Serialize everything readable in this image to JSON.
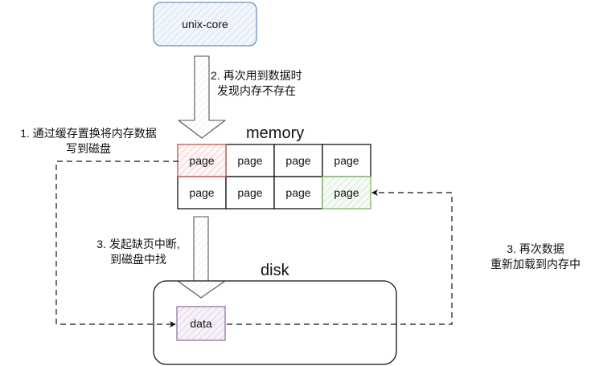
{
  "nodes": {
    "unix_core": {
      "label": "unix-core",
      "stroke": "#6c8ebf",
      "fill": "#dae8fc"
    },
    "memory": {
      "title": "memory",
      "pages": [
        {
          "label": "page",
          "state": "evicted"
        },
        {
          "label": "page",
          "state": "normal"
        },
        {
          "label": "page",
          "state": "normal"
        },
        {
          "label": "page",
          "state": "normal"
        },
        {
          "label": "page",
          "state": "normal"
        },
        {
          "label": "page",
          "state": "normal"
        },
        {
          "label": "page",
          "state": "normal"
        },
        {
          "label": "page",
          "state": "reloaded"
        }
      ]
    },
    "disk": {
      "title": "disk"
    },
    "data": {
      "label": "data",
      "stroke": "#9673a6",
      "fill": "#e1d5e7"
    }
  },
  "colors": {
    "evicted_stroke": "#b85450",
    "evicted_fill": "#f8cecc",
    "reloaded_stroke": "#82b366",
    "reloaded_fill": "#d5e8d4",
    "line": "#111111",
    "arrow_fill": "#ffffff",
    "arrow_stroke": "#666666"
  },
  "annotations": {
    "step2": {
      "line1": "2. 再次用到数据时",
      "line2": "发现内存不存在"
    },
    "step1": {
      "line1": "1. 通过缓存置换将内存数据",
      "line2": "写到磁盘"
    },
    "step3a": {
      "line1": "3. 发起缺页中断,",
      "line2": "到磁盘中找"
    },
    "step3b": {
      "line1": "3. 再次数据",
      "line2": "重新加载到内存中"
    }
  }
}
